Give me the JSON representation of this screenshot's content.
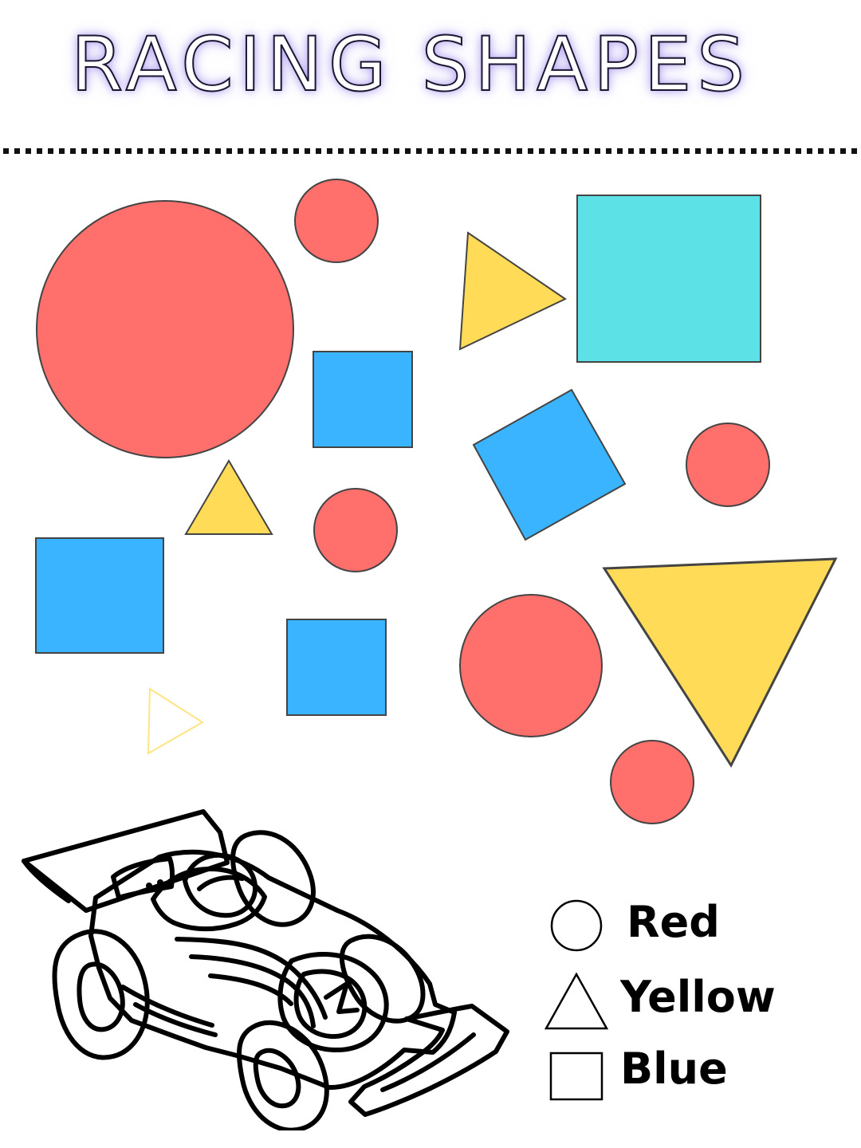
{
  "title": "RACING SHAPES",
  "colors": {
    "red": "#FF6F6B",
    "yellow": "#FFDB58",
    "blue": "#3BB4FF",
    "cyan": "#5CE1E6",
    "outline": "#444444"
  },
  "legend": {
    "items": [
      {
        "shape": "circle",
        "label": "Red"
      },
      {
        "shape": "triangle",
        "label": "Yellow"
      },
      {
        "shape": "square",
        "label": "Blue"
      }
    ]
  }
}
